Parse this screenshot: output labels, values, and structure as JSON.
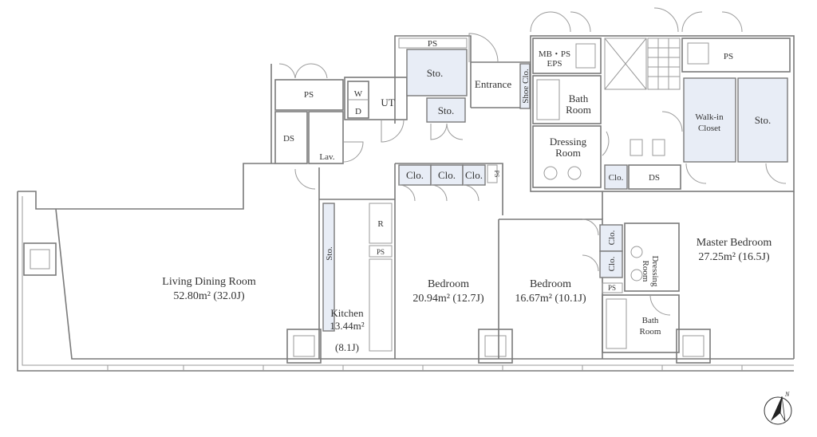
{
  "rooms": {
    "living": {
      "name": "Living Dining Room",
      "area": "52.80m² (32.0J)"
    },
    "kitchen": {
      "name": "Kitchen",
      "area": "13.44m²",
      "tatami": "(8.1J)"
    },
    "bedroom1": {
      "name": "Bedroom",
      "area": "20.94m² (12.7J)"
    },
    "bedroom2": {
      "name": "Bedroom",
      "area": "16.67m² (10.1J)"
    },
    "master": {
      "name": "Master Bedroom",
      "area": "27.25m² (16.5J)"
    },
    "entrance": "Entrance",
    "shoe_clo": "Shoe Clo.",
    "ut": "UT",
    "w": "W",
    "d": "D",
    "lav": "Lav.",
    "ds_left": "DS",
    "ps_left": "PS",
    "ps_top": "PS",
    "sto_top": "Sto.",
    "sto_mid": "Sto.",
    "clo1": "Clo.",
    "clo2": "Clo.",
    "clo3": "Clo.",
    "ps_small": "PS",
    "kitchen_r": "R",
    "kitchen_ps": "PS",
    "kitchen_sto": "Sto.",
    "mb_ps": "MB・PS",
    "eps": "EPS",
    "bath1_a": "Bath",
    "bath1_b": "Room",
    "dress1_a": "Dressing",
    "dress1_b": "Room",
    "clo_right": "Clo.",
    "ds_right": "DS",
    "ps_right": "PS",
    "wic_a": "Walk-in",
    "wic_b": "Closet",
    "sto_right": "Sto.",
    "clo_m1": "Clo.",
    "clo_m2": "Clo.",
    "ps_master": "PS",
    "dress2_a": "Dressing",
    "dress2_b": "Room",
    "bath2_a": "Bath",
    "bath2_b": "Room"
  },
  "compass": {
    "label": "N"
  }
}
